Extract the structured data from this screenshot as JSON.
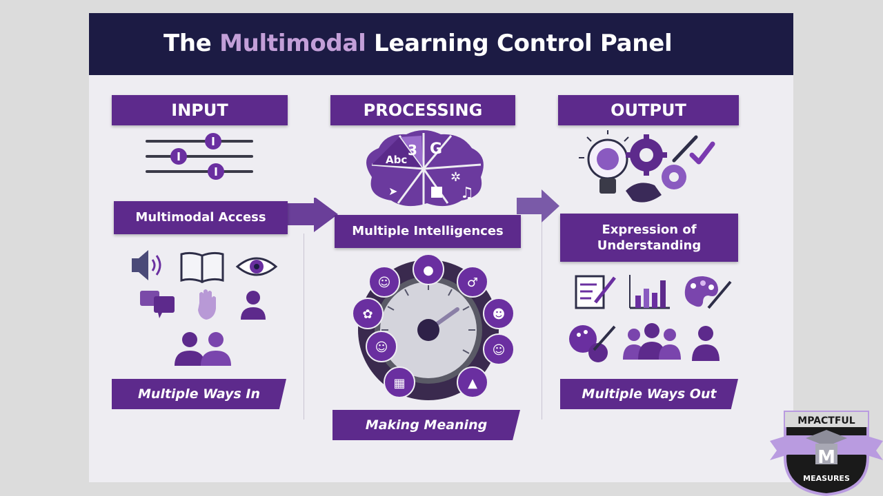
{
  "title": {
    "part1": "The ",
    "part2": "Multimodal",
    "part3": " Learning Control Panel"
  },
  "columns": {
    "input": {
      "header": "INPUT",
      "banner": "Multimodal Access",
      "footer": "Multiple Ways In"
    },
    "processing": {
      "header": "PROCESSING",
      "banner": "Multiple Intelligences",
      "footer": "Making Meaning",
      "brain_labels": [
        "Abc",
        "3",
        "G"
      ]
    },
    "output": {
      "header": "OUTPUT",
      "banner_line1": "Expression of",
      "banner_line2": "Understanding",
      "footer": "Multiple Ways Out"
    }
  },
  "logo": {
    "top_text": "MPACTFUL",
    "bottom_text": "MEASURES",
    "letter": "M"
  },
  "colors": {
    "navy": "#1c1b44",
    "purple": "#5d2a8c",
    "light_purple": "#b99be0",
    "background": "#eeedf2"
  }
}
